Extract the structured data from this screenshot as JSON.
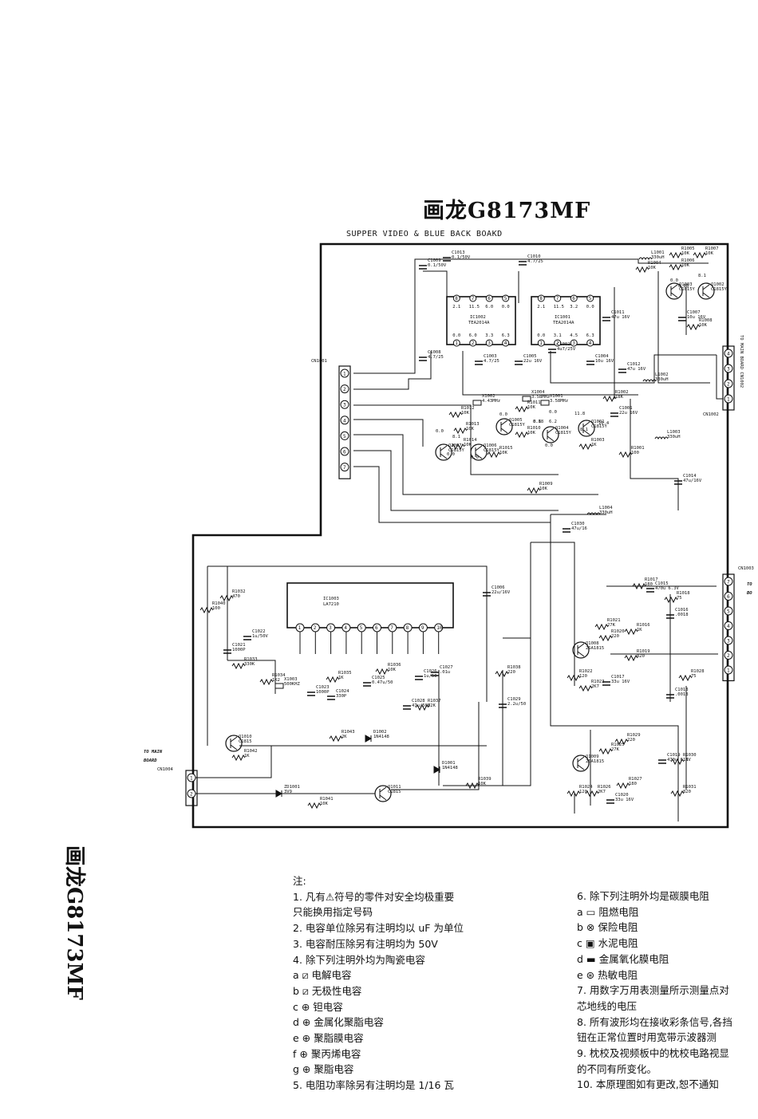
{
  "title": "画龙G8173MF",
  "subtitle": "SUPPER VIDEO & BLUE BACK BOAKD",
  "side_title": "画龙G8173MF",
  "components": [
    {
      "id": "ic1002",
      "ref": "IC1002",
      "part": "TEA2014A"
    },
    {
      "id": "ic1001",
      "ref": "IC1001",
      "part": "TEA2014A"
    },
    {
      "id": "ic1003",
      "ref": "IC1003",
      "part": "LA7210"
    },
    {
      "id": "q1001",
      "ref": "Q1001",
      "part": "C1815Y"
    },
    {
      "id": "q1002",
      "ref": "Q1002",
      "part": "C1815Y"
    },
    {
      "id": "q1003",
      "ref": "Q1003",
      "part": "C1815Y"
    },
    {
      "id": "q1004",
      "ref": "Q1004",
      "part": "C1815Y"
    },
    {
      "id": "q1005",
      "ref": "Q1005",
      "part": "C1815Y"
    },
    {
      "id": "q1006",
      "ref": "Q1006",
      "part": "C1815Y"
    },
    {
      "id": "q1007",
      "ref": "Q1007",
      "part": "C1815Y"
    },
    {
      "id": "q1008",
      "ref": "Q1008",
      "part": "2SA1815"
    },
    {
      "id": "q1009",
      "ref": "Q1009",
      "part": "2SA1815"
    },
    {
      "id": "q1010",
      "ref": "Q1010",
      "part": "C1815"
    },
    {
      "id": "q1011",
      "ref": "Q1011",
      "part": "C1815"
    },
    {
      "id": "x1002",
      "ref": "X1002",
      "part": "4.43MHz"
    },
    {
      "id": "x1001",
      "ref": "X1001",
      "part": "3.58MHz"
    },
    {
      "id": "x1003",
      "ref": "X1003",
      "part": "500KHZ"
    },
    {
      "id": "x1004",
      "ref": "X1004",
      "part": "3.58MHz"
    },
    {
      "id": "l1001",
      "ref": "L1001",
      "part": "330uH"
    },
    {
      "id": "l1002",
      "ref": "L1002",
      "part": "330uH"
    },
    {
      "id": "l1003",
      "ref": "L1003",
      "part": "330uH"
    },
    {
      "id": "l1004",
      "ref": "L1004",
      "part": "330uH"
    },
    {
      "id": "d1001",
      "ref": "D1001",
      "part": "1N4148"
    },
    {
      "id": "d1002",
      "ref": "D1002",
      "part": "1N4148"
    },
    {
      "id": "zd1001",
      "ref": "ZD1001",
      "part": "3V9"
    },
    {
      "id": "r1001",
      "ref": "R1001",
      "part": "100"
    },
    {
      "id": "r1002",
      "ref": "R1002",
      "part": "18K"
    },
    {
      "id": "r1003",
      "ref": "R1003",
      "part": "1K"
    },
    {
      "id": "r1004",
      "ref": "R1004",
      "part": "10K"
    },
    {
      "id": "r1005",
      "ref": "R1005",
      "part": "10K"
    },
    {
      "id": "r1006",
      "ref": "R1006",
      "part": "10K"
    },
    {
      "id": "r1007",
      "ref": "R1007",
      "part": "10K"
    },
    {
      "id": "r1008",
      "ref": "R1008",
      "part": "10K"
    },
    {
      "id": "r1009",
      "ref": "R1009",
      "part": "10K"
    },
    {
      "id": "r1010",
      "ref": "R1010",
      "part": "10K"
    },
    {
      "id": "r1011",
      "ref": "R1011",
      "part": "10K"
    },
    {
      "id": "r1012",
      "ref": "R1012",
      "part": "10K"
    },
    {
      "id": "r1013",
      "ref": "R1013",
      "part": "10K"
    },
    {
      "id": "r1014",
      "ref": "R1014",
      "part": "10K"
    },
    {
      "id": "r1015",
      "ref": "R1015",
      "part": "10K"
    },
    {
      "id": "r1017",
      "ref": "R1017",
      "part": "180"
    },
    {
      "id": "r1018",
      "ref": "R1018",
      "part": "75"
    },
    {
      "id": "r1016",
      "ref": "R1016",
      "part": "1K"
    },
    {
      "id": "r1019",
      "ref": "R1019",
      "part": "820"
    },
    {
      "id": "r1020",
      "ref": "R1020",
      "part": "220"
    },
    {
      "id": "r1021",
      "ref": "R1021",
      "part": "27K"
    },
    {
      "id": "r1022",
      "ref": "R1022",
      "part": "120"
    },
    {
      "id": "r1023",
      "ref": "R1023",
      "part": "2K7"
    },
    {
      "id": "r1024",
      "ref": "R1024",
      "part": "120"
    },
    {
      "id": "r1025",
      "ref": "R1025",
      "part": "27K"
    },
    {
      "id": "r1026",
      "ref": "R1026",
      "part": "2K7"
    },
    {
      "id": "r1027",
      "ref": "R1027",
      "part": "180"
    },
    {
      "id": "r1028",
      "ref": "R1028",
      "part": "75"
    },
    {
      "id": "r1029",
      "ref": "R1029",
      "part": "220"
    },
    {
      "id": "r1030",
      "ref": "R1030",
      "part": "1K"
    },
    {
      "id": "r1031",
      "ref": "R1031",
      "part": "820"
    },
    {
      "id": "r1032",
      "ref": "R1032",
      "part": "470"
    },
    {
      "id": "r1033",
      "ref": "R1033",
      "part": "330K"
    },
    {
      "id": "r1034",
      "ref": "R1034",
      "part": "1K2"
    },
    {
      "id": "r1035",
      "ref": "R1035",
      "part": "1K"
    },
    {
      "id": "r1036",
      "ref": "R1036",
      "part": "10K"
    },
    {
      "id": "r1037",
      "ref": "R1037",
      "part": "82K"
    },
    {
      "id": "r1038",
      "ref": "R1038",
      "part": "220"
    },
    {
      "id": "r1039",
      "ref": "R1039",
      "part": "10K"
    },
    {
      "id": "r1040",
      "ref": "R1040",
      "part": "100"
    },
    {
      "id": "r1041",
      "ref": "R1041",
      "part": "10K"
    },
    {
      "id": "r1042",
      "ref": "R1042",
      "part": "1K"
    },
    {
      "id": "r1043",
      "ref": "R1043",
      "part": "2K"
    },
    {
      "id": "c1001",
      "ref": "C1001",
      "part": "22u 16V"
    },
    {
      "id": "c1002",
      "ref": "C1002",
      "part": "4u7/25V"
    },
    {
      "id": "c1003",
      "ref": "C1003",
      "part": "4.7/25"
    },
    {
      "id": "c1004",
      "ref": "C1004",
      "part": "10u 16V"
    },
    {
      "id": "c1005",
      "ref": "C1005",
      "part": "22u 16V"
    },
    {
      "id": "c1006",
      "ref": "C1006",
      "part": "22u/16V"
    },
    {
      "id": "c1007",
      "ref": "C1007",
      "part": "10u 16V"
    },
    {
      "id": "c1008",
      "ref": "C1008",
      "part": "4.7/25"
    },
    {
      "id": "c1009",
      "ref": "C1009",
      "part": "0.1/50V"
    },
    {
      "id": "c1010",
      "ref": "C1010",
      "part": "4.7/25"
    },
    {
      "id": "c1011",
      "ref": "C1011",
      "part": "47u 16V"
    },
    {
      "id": "c1012",
      "ref": "C1012",
      "part": "47u 16V"
    },
    {
      "id": "c1013",
      "ref": "C1013",
      "part": "0.1/50V"
    },
    {
      "id": "c1014",
      "ref": "C1014",
      "part": "47u/16V"
    },
    {
      "id": "c1015",
      "ref": "C1015",
      "part": "470u 6.3V"
    },
    {
      "id": "c1016",
      "ref": "C1016",
      "part": ".0018"
    },
    {
      "id": "c1017",
      "ref": "C1017",
      "part": "33u 16V"
    },
    {
      "id": "c1018",
      "ref": "C1018",
      "part": ".0018"
    },
    {
      "id": "c1019",
      "ref": "C1019",
      "part": "470u 6.3V"
    },
    {
      "id": "c1020",
      "ref": "C1020",
      "part": "33u 16V"
    },
    {
      "id": "c1021",
      "ref": "C1021",
      "part": "1000P"
    },
    {
      "id": "c1022",
      "ref": "C1022",
      "part": "1u/50V"
    },
    {
      "id": "c1023",
      "ref": "C1023",
      "part": "1000P"
    },
    {
      "id": "c1024",
      "ref": "C1024",
      "part": "330P"
    },
    {
      "id": "c1025",
      "ref": "C1025",
      "part": "0.47u/50"
    },
    {
      "id": "c1026",
      "ref": "C1026",
      "part": "1u/50"
    },
    {
      "id": "c1027",
      "ref": "C1027",
      "part": ".01u"
    },
    {
      "id": "c1028",
      "ref": "C1028",
      "part": "47u/50V"
    },
    {
      "id": "c1029",
      "ref": "C1029",
      "part": "2.2u/50"
    },
    {
      "id": "c1030",
      "ref": "C1030",
      "part": "47u/16"
    }
  ],
  "connectors": {
    "cn1001": {
      "ref": "CN1001",
      "pins": [
        "1",
        "2",
        "3",
        "4",
        "5",
        "6",
        "7"
      ]
    },
    "cn1002": {
      "ref": "CN1002",
      "pins": [
        "4",
        "3",
        "2",
        "1"
      ],
      "label": "TO MAIN BOARD CN1002"
    },
    "cn1003": {
      "ref": "CN1003",
      "pins": [
        "7",
        "6",
        "5",
        "4",
        "3",
        "2",
        "1"
      ],
      "label1": "TO",
      "label2": "BO"
    },
    "cn1004": {
      "ref": "CN1004",
      "pins": [
        "1",
        "2"
      ],
      "label1": "TO MAIN",
      "label2": "BOARD"
    }
  },
  "ic_pins": {
    "ic1002_top": [
      "8",
      "7",
      "6",
      "5"
    ],
    "ic1002_topv": [
      "2.1",
      "11.5",
      "6.0",
      "0.0"
    ],
    "ic1002_bot": [
      "1",
      "2",
      "3",
      "4"
    ],
    "ic1002_botv": [
      "0.0",
      "6.0",
      "3.3",
      "6.3"
    ],
    "ic1001_top": [
      "8",
      "7",
      "6",
      "5"
    ],
    "ic1001_topv": [
      "2.1",
      "11.5",
      "3.2",
      "0.0"
    ],
    "ic1001_bot": [
      "1",
      "2",
      "3",
      "4"
    ],
    "ic1001_botv": [
      "0.0",
      "3.1",
      "4.5",
      "6.3"
    ],
    "ic1003": [
      "1",
      "2",
      "3",
      "4",
      "5",
      "6",
      "7",
      "8",
      "9",
      "10"
    ]
  },
  "voltages": [
    "0.0",
    "8.1",
    "0.88",
    "0.0",
    "8.1",
    "0.0",
    "0.88",
    "6.2",
    "11.8",
    "10.4",
    "8.1",
    "0.0",
    "0.0",
    "8.1",
    "0.0",
    "0.0"
  ],
  "notes_left": [
    "注:",
    "1. 凡有⚠符号的零件对安全均极重要",
    "    只能换用指定号码",
    "2. 电容单位除另有注明均以 uF 为单位",
    "3. 电容耐压除另有注明均为 50V",
    "4. 除下列注明外均为陶瓷电容",
    "    a ⧄ 电解电容",
    "    b ⧄ 无极性电容",
    "    c ⊕ 钽电容",
    "    d ⊕ 金属化聚脂电容",
    "    e ⊕ 聚脂膜电容",
    "    f ⊕ 聚丙烯电容",
    "    g ⊕ 聚脂电容",
    "5. 电阻功率除另有注明均是 1/16 瓦"
  ],
  "notes_right": [
    "6. 除下列注明外均是碳膜电阻",
    "    a ▭ 阻燃电阻",
    "    b ⊗ 保险电阻",
    "    c ▣ 水泥电阻",
    "    d ▬ 金属氧化膜电阻",
    "    e ⊛ 热敏电阻",
    "7. 用数字万用表测量所示测量点对",
    "    芯地线的电压",
    "8. 所有波形均在接收彩条信号,各挡",
    "    钮在正常位置时用宽带示波器测",
    "9. 枕校及视频板中的枕校电路视显",
    "    的不同有所变化。",
    "10. 本原理图如有更改,恕不通知"
  ]
}
